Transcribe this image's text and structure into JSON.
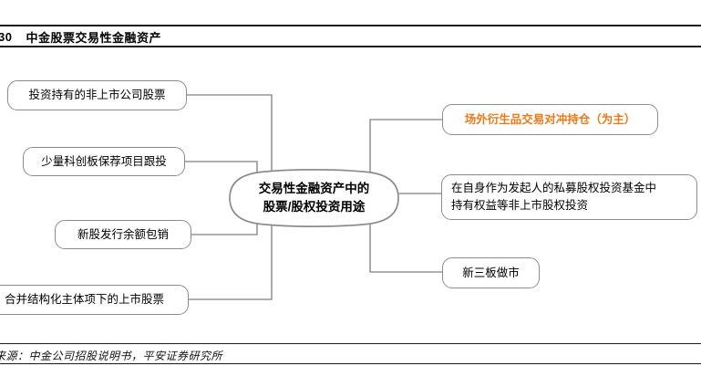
{
  "header": {
    "figure_number": "30",
    "title": "中金股票交易性金融资产"
  },
  "diagram": {
    "center_node": {
      "line1": "交易性金融资产中的",
      "line2": "股票/股权投资用途"
    },
    "left_nodes": [
      {
        "label": "投资持有的非上市公司股票"
      },
      {
        "label": "少量科创板保荐项目跟投"
      },
      {
        "label": "新股发行余额包销"
      },
      {
        "label": "合并结构化主体项下的上市股票"
      }
    ],
    "right_nodes": [
      {
        "label": "场外衍生品交易对冲持仓（为主）",
        "emphasis": "orange-bold"
      },
      {
        "line1": "在自身作为发起人的私募股权投资基金中",
        "line2": "持有权益等非上市股权投资"
      },
      {
        "label": "新三板做市"
      }
    ],
    "colors": {
      "highlight_text": "#f07814",
      "node_border": "#8c8c8c",
      "connector": "#969696"
    }
  },
  "footer": {
    "source": "来源：中金公司招股说明书，平安证券研究所"
  }
}
